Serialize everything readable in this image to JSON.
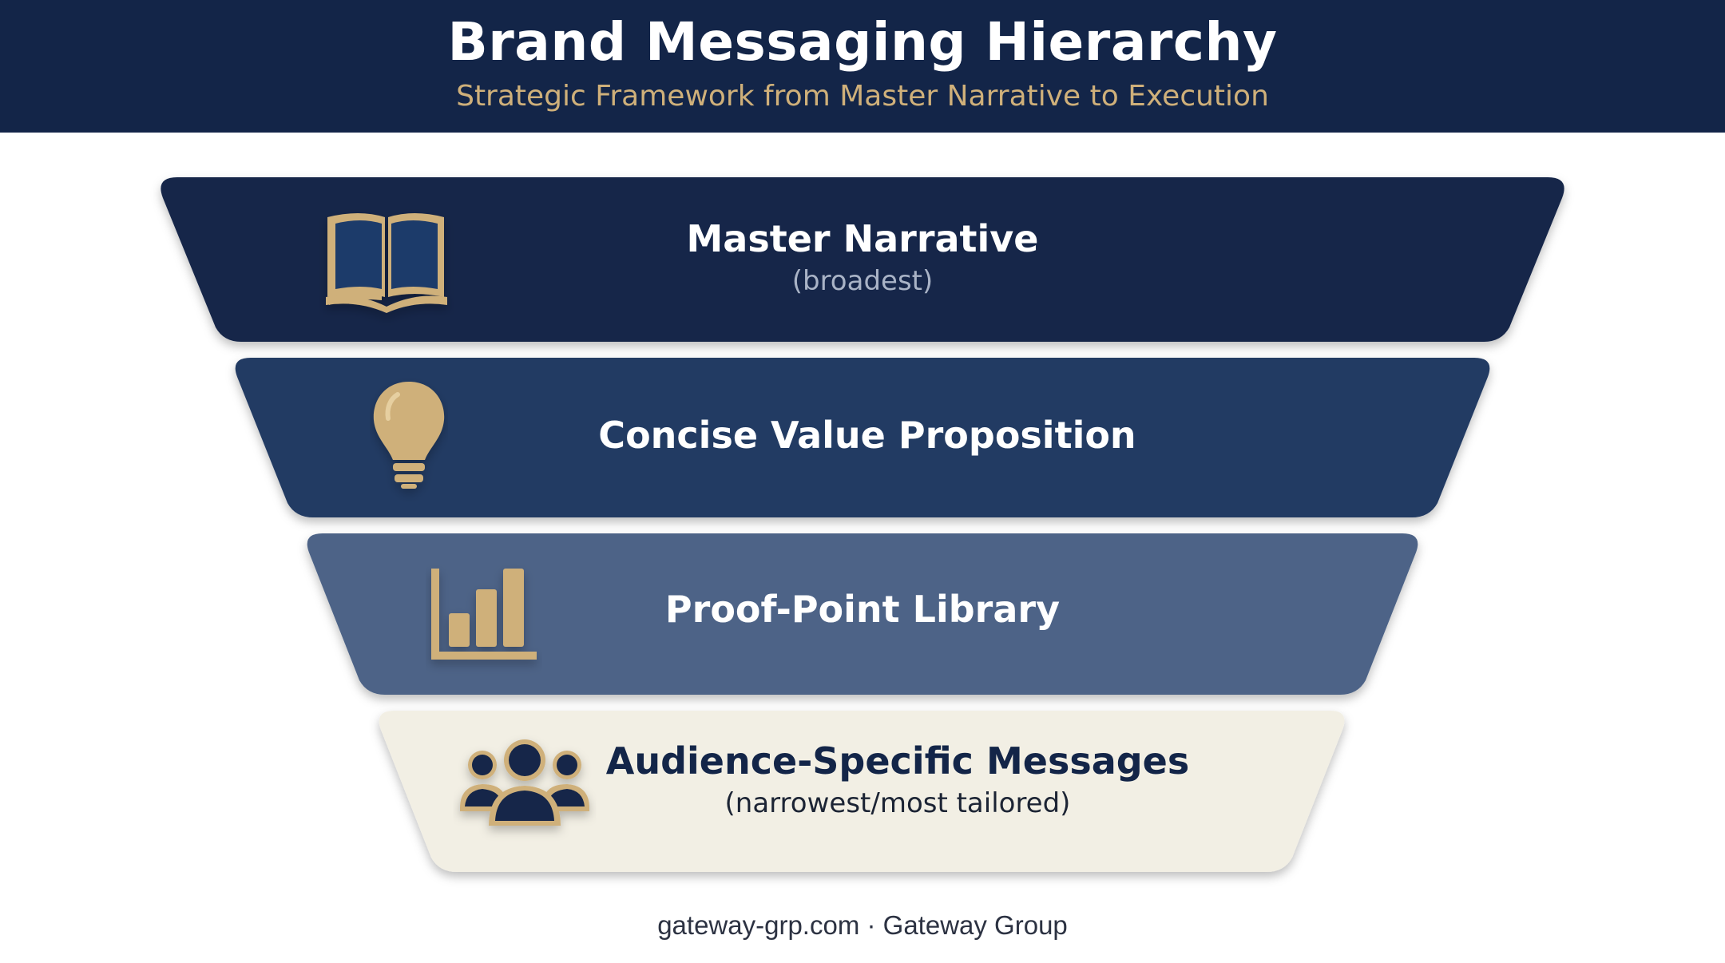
{
  "header": {
    "title": "Brand Messaging Hierarchy",
    "subtitle": "Strategic Framework from Master Narrative to Execution"
  },
  "tiers": [
    {
      "title": "Master Narrative",
      "subtitle": "(broadest)",
      "icon": "book-icon",
      "color": "#132548",
      "text_color": "#ffffff",
      "sub_color": "#a9b3c6"
    },
    {
      "title": "Concise Value Proposition",
      "subtitle": "",
      "icon": "lightbulb-icon",
      "color": "#233b63",
      "text_color": "#ffffff"
    },
    {
      "title": "Proof-Point Library",
      "subtitle": "",
      "icon": "bar-chart-icon",
      "color": "#4d6487",
      "text_color": "#ffffff"
    },
    {
      "title": "Audience-Specific Messages",
      "subtitle": "(narrowest/most tailored)",
      "icon": "people-group-icon",
      "color": "#f2efe4",
      "text_color": "#132548",
      "sub_color": "#1c2434"
    }
  ],
  "footer": {
    "site": "gateway-grp.com",
    "separator": "·",
    "company": "Gateway Group"
  },
  "colors": {
    "accent_gold": "#cfb07a",
    "navy": "#132548"
  }
}
